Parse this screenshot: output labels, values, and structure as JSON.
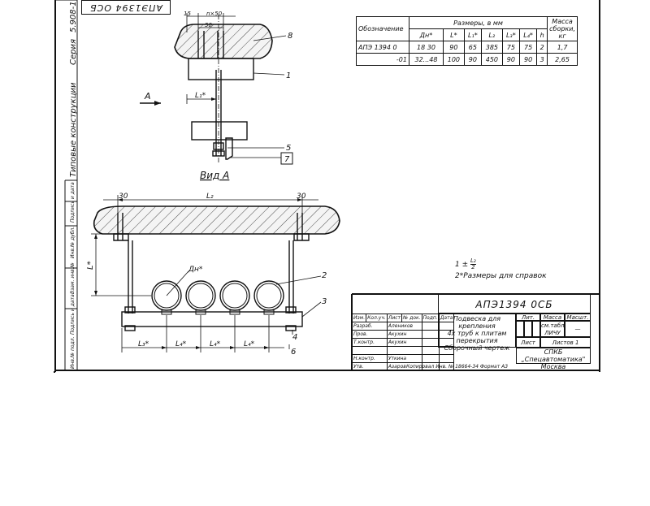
{
  "stamp": "АПЭ1394 ОСБ",
  "series_label": "Серия",
  "series_number": "5.908-1",
  "series_title": "Типовые конструкции",
  "side_labels": [
    "Инв.№ подл.",
    "Подпись и дата",
    "Взам. инв.№",
    "Инв.№ дубл.",
    "Подпись и дата"
  ],
  "view_label": "Вид А",
  "arrow_label": "А",
  "dimensions": {
    "top_15": "15",
    "top_nx50": "n×50",
    "top_50": "50",
    "l1": "L₁*",
    "left_30": "30",
    "right_30": "30",
    "l2": "L₂",
    "l": "L*",
    "dn": "Дн*",
    "l3": "L₃*",
    "l4a": "L₄*",
    "l4b": "L₄*",
    "l4c": "L₄*"
  },
  "callouts": [
    "8",
    "1",
    "5",
    "7",
    "2",
    "3",
    "4",
    "6"
  ],
  "spec_table": {
    "col_designation": "Обозначение",
    "group_header": "Размеры, в мм",
    "col_mass": "Масса сборки, кг",
    "columns": [
      "Дн*",
      "L*",
      "L₁*",
      "L₂",
      "L₃*",
      "L₄*",
      "h"
    ],
    "rows": [
      {
        "designation": "АПЭ 1394 0",
        "values": [
          "18 30",
          "90",
          "65",
          "385",
          "75",
          "75",
          "2"
        ],
        "mass": "1,7"
      },
      {
        "designation": "-01",
        "values": [
          "32...48",
          "100",
          "90",
          "450",
          "90",
          "90",
          "3"
        ],
        "mass": "2,65"
      }
    ]
  },
  "notes": {
    "note1_prefix": "1",
    "note1_num": "L₂",
    "note1_den": "2",
    "note1_sign": "±",
    "note2": "2*Размеры для справок"
  },
  "title_block": {
    "doc_number": "АПЭ1394 0СБ",
    "title_lines": [
      "Подвеска для крепления",
      "4х труб к плитам",
      "перекрытия",
      "Сборочный чертеж"
    ],
    "col_headers": [
      "Изм.",
      "Кол.уч.",
      "Лист",
      "№ док.",
      "Подп.",
      "Дата"
    ],
    "staff": [
      {
        "role": "Разраб.",
        "name": "Алеников"
      },
      {
        "role": "Пров.",
        "name": "Акухин"
      },
      {
        "role": "Т.контр.",
        "name": "Акухин"
      },
      {
        "role": "",
        "name": ""
      },
      {
        "role": "Н.контр.",
        "name": "Уткина"
      },
      {
        "role": "Утв.",
        "name": "Азаров"
      }
    ],
    "lit_label": "Лит.",
    "mass_label": "Масса",
    "scale_label": "Масшт.",
    "mass_value": "см.табл.",
    "scale_value": "—",
    "sheet_label": "Лист",
    "sheets_label": "Листов 1",
    "org_lines": [
      "СПКБ",
      "„Спецавтоматика\"",
      "Москва"
    ],
    "code": "ЛИЧУ"
  },
  "bottom_note": "Копировал   Инв.   № 18664-34   Формат А3"
}
